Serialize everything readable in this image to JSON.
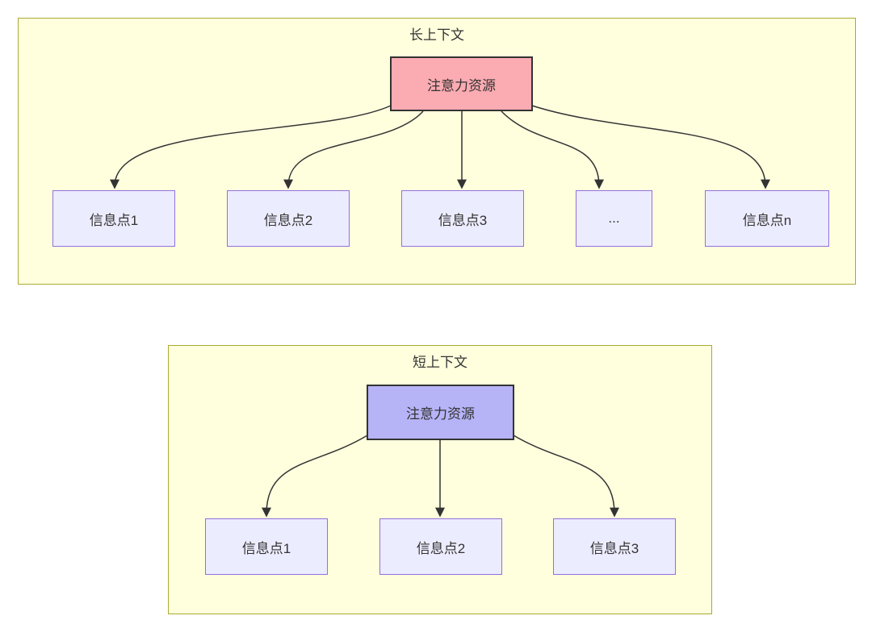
{
  "long_context": {
    "title": "长上下文",
    "attention_label": "注意力资源",
    "info_points": [
      "信息点1",
      "信息点2",
      "信息点3",
      "...",
      "信息点n"
    ]
  },
  "short_context": {
    "title": "短上下文",
    "attention_label": "注意力资源",
    "info_points": [
      "信息点1",
      "信息点2",
      "信息点3"
    ]
  },
  "colors": {
    "container_fill": "#ffffde",
    "container_border": "#a9aa35",
    "info_node_fill": "#ececff",
    "info_node_border": "#9370db",
    "attention_long_fill": "#fbabb2",
    "attention_short_fill": "#b6b3f7",
    "node_dark_border": "#333333",
    "edge_color": "#333333",
    "text_color": "#333333"
  }
}
